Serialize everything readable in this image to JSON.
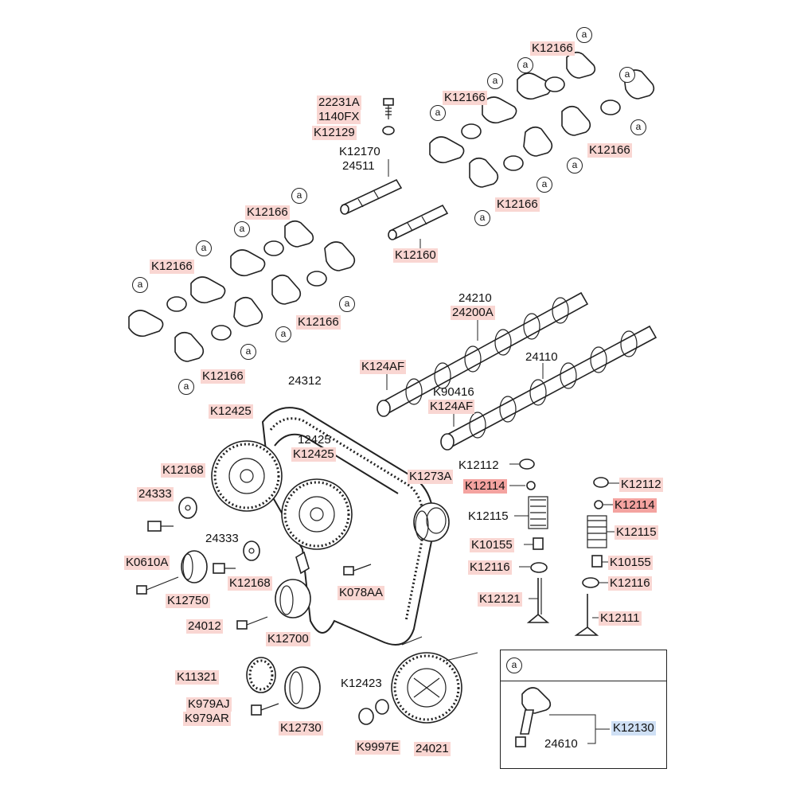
{
  "labels": {
    "l22231A": "22231A",
    "l1140FX": "1140FX",
    "lK12129": "K12129",
    "lK12170": "K12170",
    "l24511": "24511",
    "lK12160": "K12160",
    "lK12166_a": "K12166",
    "lK12166_b": "K12166",
    "lK12166_c": "K12166",
    "lK12166_d": "K12166",
    "lK12166_e": "K12166",
    "lK12166_f": "K12166",
    "lK12166_g": "K12166",
    "lK12166_h": "K12166",
    "l24210": "24210",
    "l24200A": "24200A",
    "lK124AF_a": "K124AF",
    "lK90416": "K90416",
    "lK124AF_b": "K124AF",
    "l24110": "24110",
    "l24312": "24312",
    "lK12425_a": "K12425",
    "l12425": "12425",
    "lK12425_b": "K12425",
    "lK12168_a": "K12168",
    "l24333_a": "24333",
    "l24333_b": "24333",
    "lK0610A": "K0610A",
    "lK12168_b": "K12168",
    "lK12750": "K12750",
    "l24012": "24012",
    "lK12700": "K12700",
    "lK078AA": "K078AA",
    "lK1273A": "K1273A",
    "lK11321": "K11321",
    "lK979AJ": "K979AJ",
    "lK979AR": "K979AR",
    "lK12730": "K12730",
    "lK12423": "K12423",
    "lK9997E": "K9997E",
    "l24021": "24021",
    "lK12112_a": "K12112",
    "lK12114_a": "K12114",
    "lK12115_a": "K12115",
    "lK10155_a": "K10155",
    "lK12116_a": "K12116",
    "lK12121": "K12121",
    "lK12112_b": "K12112",
    "lK12114_b": "K12114",
    "lK12115_b": "K12115",
    "lK10155_b": "K10155",
    "lK12116_b": "K12116",
    "lK12111": "K12111",
    "l24610": "24610",
    "lK12130": "K12130"
  },
  "callout_letter": "a"
}
